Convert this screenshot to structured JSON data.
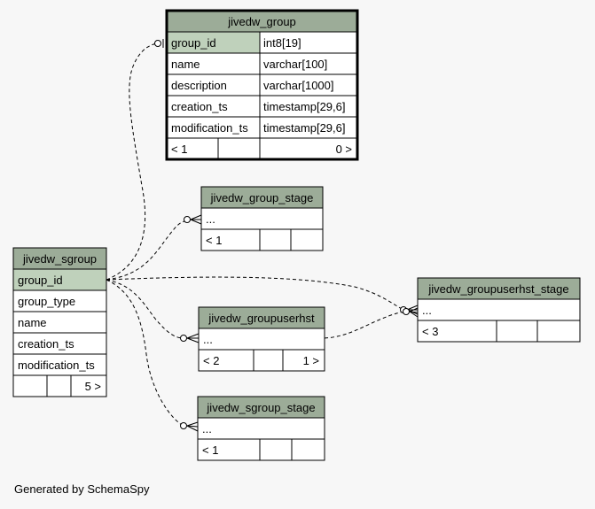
{
  "colors": {
    "header_bg": "#9cac98",
    "pk_bg": "#bfd1bb",
    "cell_bg": "#ffffff",
    "border": "#000000",
    "background": "#f7f7f7"
  },
  "tables": [
    {
      "id": "jivedw_group",
      "name": "jivedw_group",
      "columns": [
        {
          "name": "group_id",
          "type": "int8[19]",
          "pk": true
        },
        {
          "name": "name",
          "type": "varchar[100]"
        },
        {
          "name": "description",
          "type": "varchar[1000]"
        },
        {
          "name": "creation_ts",
          "type": "timestamp[29,6]"
        },
        {
          "name": "modification_ts",
          "type": "timestamp[29,6]"
        }
      ],
      "footer": [
        "< 1",
        "",
        "0 >"
      ]
    },
    {
      "id": "jivedw_group_stage",
      "name": "jivedw_group_stage",
      "columns": [
        {
          "name": "..."
        }
      ],
      "footer": [
        "< 1",
        "",
        ""
      ]
    },
    {
      "id": "jivedw_sgroup",
      "name": "jivedw_sgroup",
      "columns": [
        {
          "name": "group_id",
          "pk": true
        },
        {
          "name": "group_type"
        },
        {
          "name": "name"
        },
        {
          "name": "creation_ts"
        },
        {
          "name": "modification_ts"
        }
      ],
      "footer": [
        "",
        "",
        "5 >"
      ]
    },
    {
      "id": "jivedw_groupuserhst",
      "name": "jivedw_groupuserhst",
      "columns": [
        {
          "name": "..."
        }
      ],
      "footer": [
        "< 2",
        "",
        "1 >"
      ]
    },
    {
      "id": "jivedw_groupuserhst_stage",
      "name": "jivedw_groupuserhst_stage",
      "columns": [
        {
          "name": "..."
        }
      ],
      "footer": [
        "< 3",
        "",
        ""
      ]
    },
    {
      "id": "jivedw_sgroup_stage",
      "name": "jivedw_sgroup_stage",
      "columns": [
        {
          "name": "..."
        }
      ],
      "footer": [
        "< 1",
        "",
        ""
      ]
    }
  ],
  "relationships": [
    {
      "from": "jivedw_sgroup.group_id",
      "to": "jivedw_group.group_id",
      "end": "zero-or-one"
    },
    {
      "from": "jivedw_sgroup.group_id",
      "to": "jivedw_group_stage",
      "end": "zero-or-many"
    },
    {
      "from": "jivedw_sgroup.group_id",
      "to": "jivedw_groupuserhst",
      "end": "zero-or-many"
    },
    {
      "from": "jivedw_sgroup.group_id",
      "to": "jivedw_groupuserhst_stage",
      "end": "zero-or-many"
    },
    {
      "from": "jivedw_sgroup.group_id",
      "to": "jivedw_sgroup_stage",
      "end": "zero-or-many"
    },
    {
      "from": "jivedw_groupuserhst",
      "to": "jivedw_groupuserhst_stage",
      "end": "zero-or-many"
    }
  ],
  "footer_text": "Generated by SchemaSpy"
}
